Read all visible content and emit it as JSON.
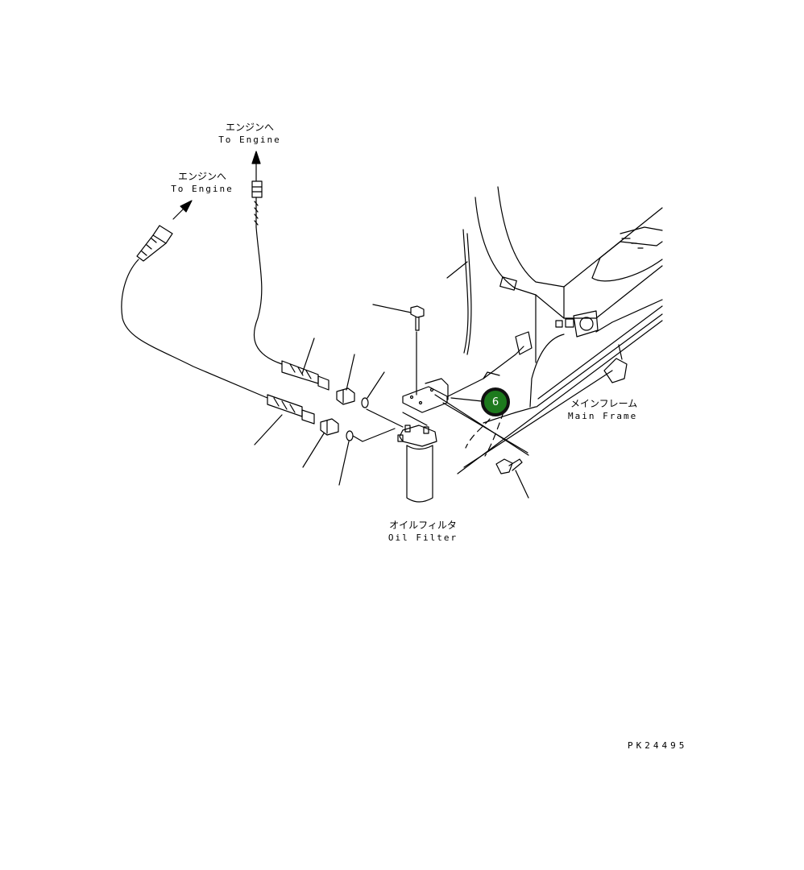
{
  "labels": {
    "to_engine_upper_jp": "エンジンへ",
    "to_engine_upper_en": "To Engine",
    "to_engine_lower_jp": "エンジンへ",
    "to_engine_lower_en": "To Engine",
    "main_frame_jp": "メインフレーム",
    "main_frame_en": "Main Frame",
    "oil_filter_jp": "オイルフィルタ",
    "oil_filter_en": "Oil Filter",
    "drawing_code": "PK24495"
  },
  "callout": {
    "number": "6",
    "fill_color": "#1d7a1d",
    "border_color": "#111111"
  }
}
